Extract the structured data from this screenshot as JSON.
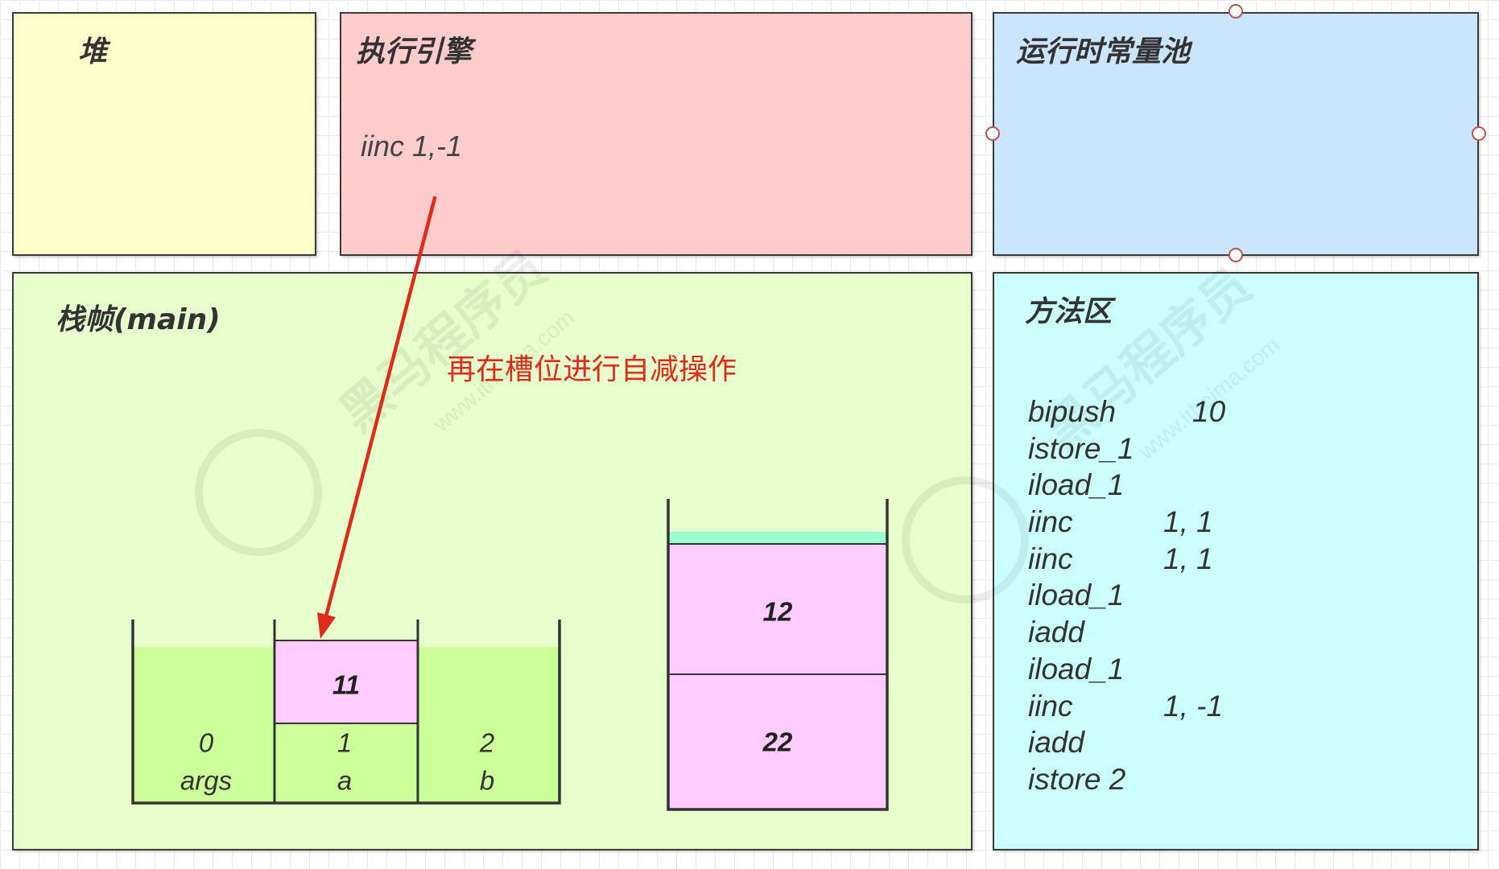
{
  "heap": {
    "title": "堆"
  },
  "execution_engine": {
    "title": "执行引擎",
    "instruction": "iinc 1,-1"
  },
  "runtime_constant_pool": {
    "title": "运行时常量池"
  },
  "stack_frame": {
    "title": "栈帧(main)",
    "annotation": "再在槽位进行自减操作",
    "local_variables": [
      {
        "slot": "0",
        "name": "args"
      },
      {
        "slot": "1",
        "name": "a",
        "value": "11"
      },
      {
        "slot": "2",
        "name": "b"
      }
    ],
    "operand_stack": [
      {
        "value": "12"
      },
      {
        "value": "22"
      }
    ]
  },
  "method_area": {
    "title": "方法区",
    "bytecode": [
      {
        "op": "bipush",
        "arg": "10"
      },
      {
        "op": "istore_1"
      },
      {
        "op": "iload_1"
      },
      {
        "op": "iinc",
        "arg": "1, 1"
      },
      {
        "op": "iinc",
        "arg": "1, 1"
      },
      {
        "op": "iload_1"
      },
      {
        "op": "iadd"
      },
      {
        "op": "iload_1"
      },
      {
        "op": "iinc",
        "arg": "1, -1"
      },
      {
        "op": "iadd"
      },
      {
        "op": "istore 2"
      }
    ]
  },
  "watermark": {
    "brand": "黑马程序员",
    "url": "www.itheima.com"
  },
  "colors": {
    "heap_bg": "#ffffcc",
    "engine_bg": "#ffcccc",
    "pool_bg": "#cce5ff",
    "frame_bg": "#e6ffcc",
    "method_bg": "#ccffff",
    "slot_fill": "#ccff99",
    "value_fill": "#ffccff",
    "stack_top_fill": "#99ffcc",
    "arrow": "#e02a1a",
    "annotation": "#e02a1a",
    "handle_stroke": "#b85450"
  }
}
